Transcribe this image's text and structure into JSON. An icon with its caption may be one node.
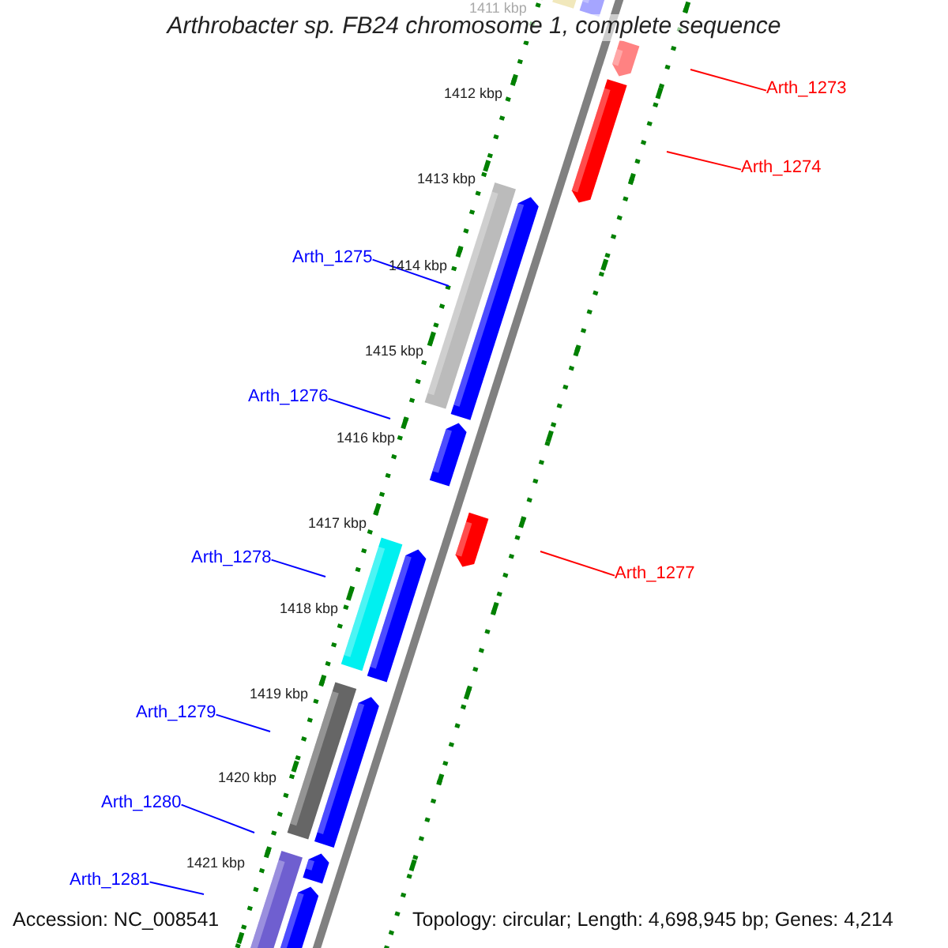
{
  "diagram": {
    "title": "Arthrobacter sp. FB24 chromosome 1, complete sequence",
    "nodes": [
      {
        "text": [
          "Arth_1273"
        ]
      },
      {
        "text": [
          "Arth_1274"
        ]
      },
      {
        "text": [
          "Arth_1275"
        ]
      },
      {
        "text": [
          "Arth_1276"
        ]
      },
      {
        "text": [
          "Arth_1277"
        ]
      },
      {
        "text": [
          "Arth_1278"
        ]
      },
      {
        "text": [
          "Arth_1279"
        ]
      },
      {
        "text": [
          "Arth_1280"
        ]
      },
      {
        "text": [
          "Arth_1281"
        ]
      }
    ],
    "edges": [
      {
        "from": 0,
        "to": null,
        "arrow": "none",
        "color": "#ff0000"
      },
      {
        "from": 1,
        "to": null,
        "arrow": "none",
        "color": "#ff0000"
      },
      {
        "from": 2,
        "to": null,
        "arrow": "none"
      },
      {
        "from": 3,
        "to": null,
        "arrow": "none"
      },
      {
        "from": 4,
        "to": null,
        "arrow": "none",
        "color": "#ff0000"
      },
      {
        "from": 5,
        "to": null,
        "arrow": "none"
      },
      {
        "from": 6,
        "to": null,
        "arrow": "none"
      },
      {
        "from": 7,
        "to": null,
        "arrow": "none"
      },
      {
        "from": 8,
        "to": null,
        "arrow": "none"
      }
    ],
    "labels": [
      "1411 kbp",
      "1412 kbp",
      "1413 kbp",
      "1414 kbp",
      "1415 kbp",
      "1416 kbp",
      "1417 kbp",
      "1418 kbp",
      "1419 kbp",
      "1420 kbp",
      "1421 kbp",
      "Accession: NC_008541",
      "Topology: circular; Length: 4,698,945 bp; Genes: 4,214"
    ]
  }
}
